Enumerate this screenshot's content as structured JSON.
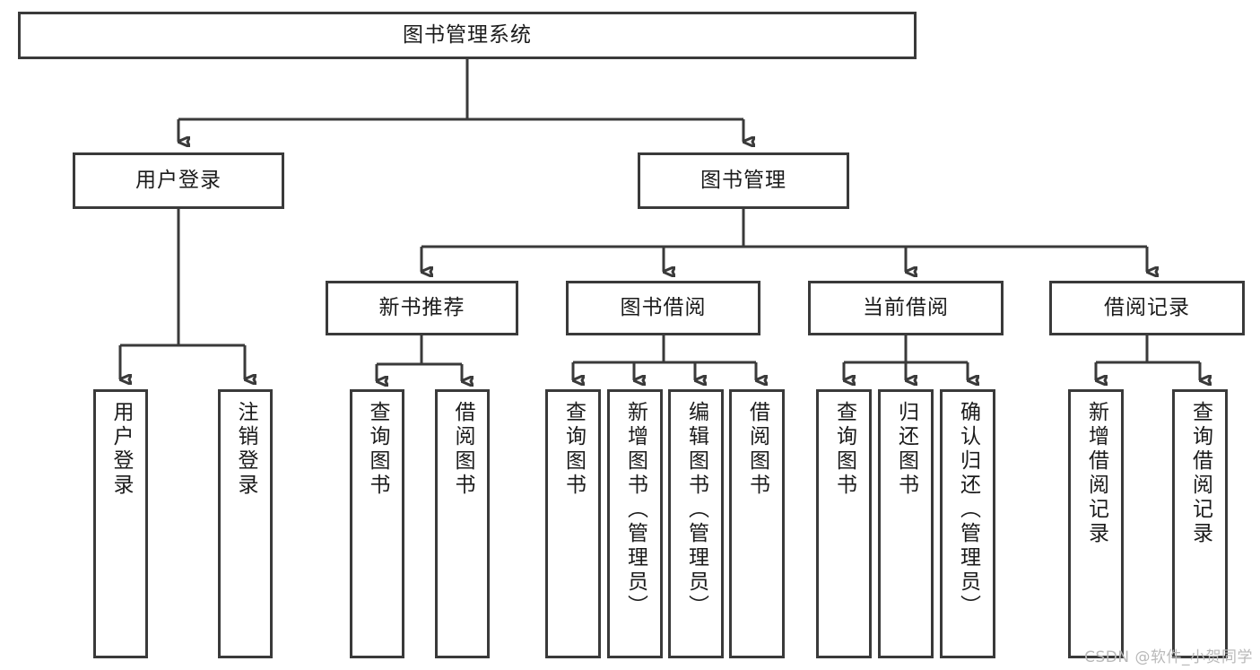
{
  "diagram": {
    "title": "图书管理系统",
    "root": {
      "id": "root",
      "label": "图书管理系统"
    },
    "level1": [
      {
        "id": "user-login",
        "label": "用户登录"
      },
      {
        "id": "book-manage",
        "label": "图书管理"
      }
    ],
    "level2": [
      {
        "id": "new-book-recommend",
        "label": "新书推荐"
      },
      {
        "id": "book-borrow",
        "label": "图书借阅"
      },
      {
        "id": "current-borrow",
        "label": "当前借阅"
      },
      {
        "id": "borrow-record",
        "label": "借阅记录"
      }
    ],
    "leaves": {
      "user_login": [
        {
          "id": "leaf-user-login",
          "label": "用户登录"
        },
        {
          "id": "leaf-user-logout",
          "label": "注销登录"
        }
      ],
      "new_book_recommend": [
        {
          "id": "leaf-query-book-1",
          "label": "查询图书"
        },
        {
          "id": "leaf-borrow-book-1",
          "label": "借阅图书"
        }
      ],
      "book_borrow": [
        {
          "id": "leaf-query-book-2",
          "label": "查询图书"
        },
        {
          "id": "leaf-add-book",
          "label": "新增图书（管理员）"
        },
        {
          "id": "leaf-edit-book",
          "label": "编辑图书（管理员）"
        },
        {
          "id": "leaf-borrow-book-2",
          "label": "借阅图书"
        }
      ],
      "current_borrow": [
        {
          "id": "leaf-query-book-3",
          "label": "查询图书"
        },
        {
          "id": "leaf-return-book",
          "label": "归还图书"
        },
        {
          "id": "leaf-confirm-return",
          "label": "确认归还（管理员）"
        }
      ],
      "borrow_record": [
        {
          "id": "leaf-add-record",
          "label": "新增借阅记录"
        },
        {
          "id": "leaf-query-record",
          "label": "查询借阅记录"
        }
      ]
    },
    "watermark": "CSDN @软件_小贺同学",
    "colors": {
      "stroke": "#3a3a3a",
      "text": "#1b1b1b",
      "background": "#ffffff",
      "watermark": "#b9b9b9"
    }
  }
}
